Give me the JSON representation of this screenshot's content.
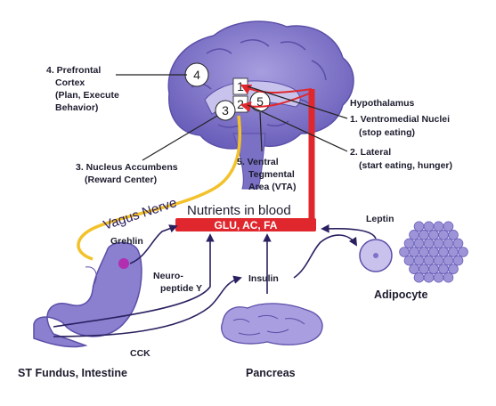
{
  "regions": {
    "prefrontal": [
      "4. Prefrontal",
      "Cortex",
      "(Plan, Execute",
      "Behavior)"
    ],
    "accumbens": [
      "3. Nucleus Accumbens",
      "(Reward Center)"
    ],
    "vta": [
      "5. Ventral",
      "Tegmental",
      "Area (VTA)"
    ],
    "hypothalamus": [
      "Hypothalamus",
      "1. Ventromedial Nuclei",
      "(stop eating)",
      "2. Lateral",
      "(start eating, hunger)"
    ]
  },
  "brain_numbers": [
    "4",
    "1",
    "2",
    "3",
    "5"
  ],
  "vagus_nerve": "Vagus Nerve",
  "blood": {
    "title": "Nutrients in blood",
    "contents": "GLU, AC, FA"
  },
  "hormones": {
    "grehlin": "Grehlin",
    "neuropeptide": [
      "Neuro-",
      "peptide Y"
    ],
    "cck": "CCK",
    "insulin": "Insulin",
    "leptin": "Leptin"
  },
  "organs": {
    "stomach": "ST Fundus, Intestine",
    "pancreas": "Pancreas",
    "adipocyte": "Adipocyte"
  },
  "colors": {
    "brain": "#7d72c8",
    "organ": "#8b7fd0",
    "blood": "#e0272d",
    "nerve": "#f3c12a",
    "arrow": "#2a2060"
  }
}
